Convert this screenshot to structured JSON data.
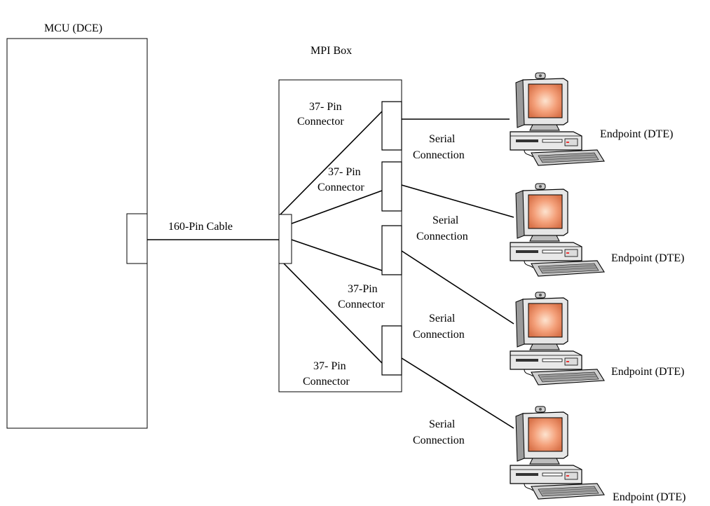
{
  "labels": {
    "mcu": "MCU (DCE)",
    "mpi_box": "MPI Box",
    "cable": "160-Pin Cable"
  },
  "connectors": [
    {
      "line1": "37- Pin",
      "line2": "Connector"
    },
    {
      "line1": "37- Pin",
      "line2": "Connector"
    },
    {
      "line1": "37-Pin",
      "line2": "Connector"
    },
    {
      "line1": "37- Pin",
      "line2": "Connector"
    }
  ],
  "serial": [
    {
      "line1": "Serial",
      "line2": "Connection"
    },
    {
      "line1": "Serial",
      "line2": "Connection"
    },
    {
      "line1": "Serial",
      "line2": "Connection"
    },
    {
      "line1": "Serial",
      "line2": "Connection"
    }
  ],
  "endpoints": [
    {
      "label": "Endpoint (DTE)"
    },
    {
      "label": "Endpoint (DTE)"
    },
    {
      "label": "Endpoint (DTE)"
    },
    {
      "label": "Endpoint (DTE)"
    }
  ],
  "colors": {
    "line": "#000000",
    "monitor_screen": "#f4a07a",
    "monitor_case": "#e8e8e8"
  }
}
